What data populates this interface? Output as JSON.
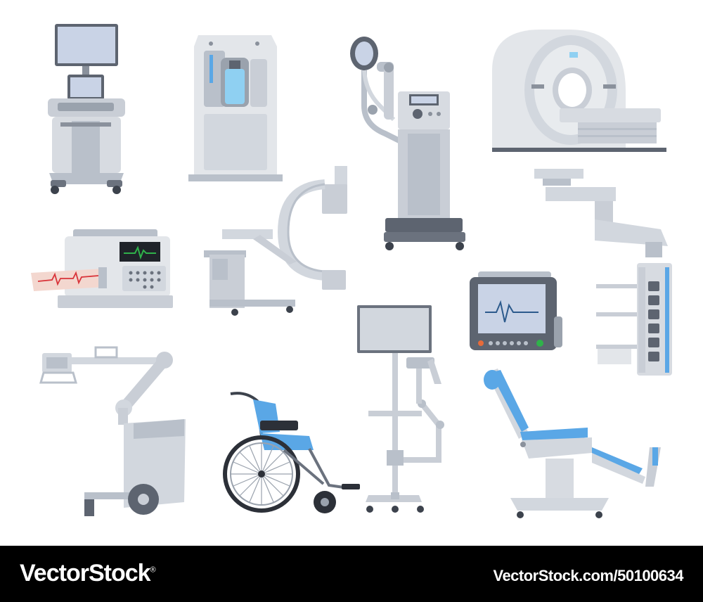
{
  "footer": {
    "brand": "VectorStock",
    "brand_mark": "®",
    "url": "VectorStock.com/50100634"
  },
  "colors": {
    "background": "#ffffff",
    "device_light": "#e3e6ea",
    "device_mid": "#b9c0ca",
    "device_dark": "#5d6470",
    "screen": "#c9d3e6",
    "accent_blue": "#5aa7e6",
    "ecg_red": "#d9343a",
    "ecg_green": "#2fb24a",
    "footer": "#000000"
  },
  "illustrations": [
    "ultrasound-machine",
    "oxygen-concentrator",
    "anesthesia-ventilator",
    "mri-scanner",
    "ecg-machine",
    "c-arm-xray",
    "patient-monitor",
    "ceiling-medical-pendant",
    "mobile-xray-unit",
    "wheelchair",
    "surgical-light-stand",
    "examination-chair"
  ]
}
